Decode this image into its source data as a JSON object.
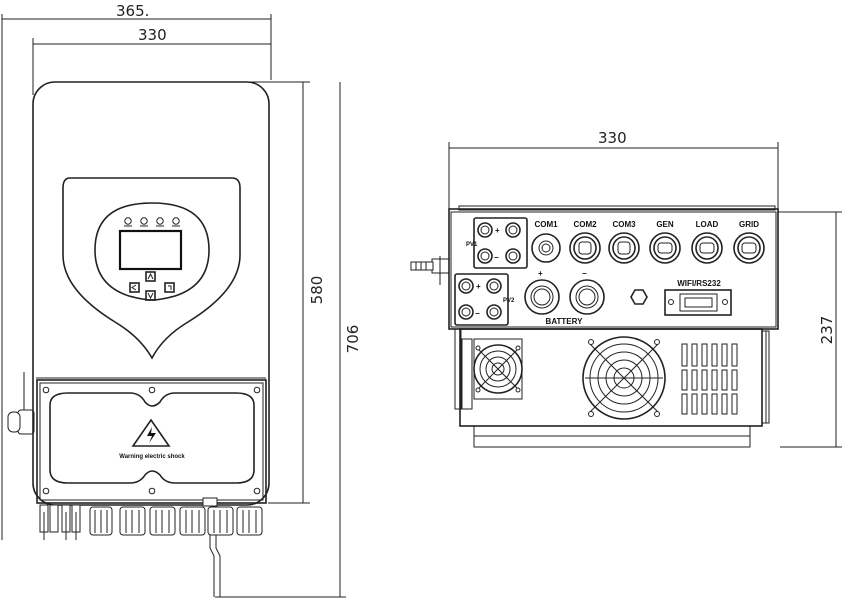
{
  "front_view": {
    "dim_total_width": "365.",
    "dim_body_width": "330",
    "dim_body_height": "580",
    "dim_total_height": "706",
    "warning_label": "Warning electric shock"
  },
  "bottom_view": {
    "dim_width": "330",
    "dim_depth": "237",
    "ports": {
      "pv1": "PV1",
      "pv2": "PV2",
      "com1": "COM1",
      "com2": "COM2",
      "com3": "COM3",
      "gen": "GEN",
      "load": "LOAD",
      "grid": "GRID",
      "battery": "BATTERY",
      "wifi": "WIFI/RS232",
      "plus": "+",
      "minus": "−"
    }
  }
}
